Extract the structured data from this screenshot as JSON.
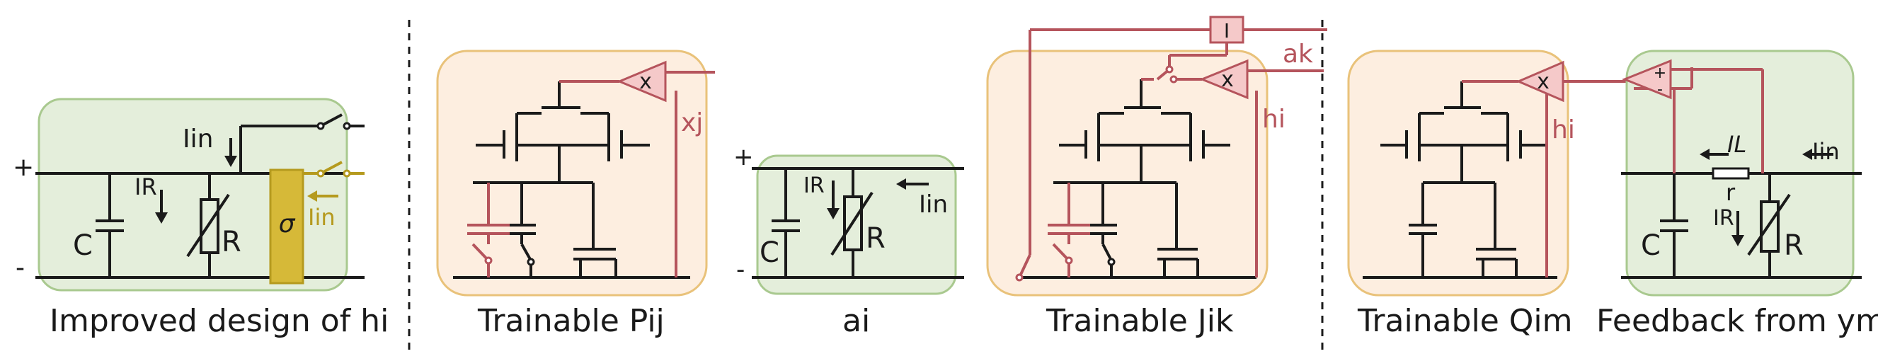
{
  "colors": {
    "wire": "#1a1a1a",
    "red": "#b5545c",
    "yellow": "#b59a1e",
    "green_fill": "#e4eedb",
    "green_stroke": "#a9c98f",
    "peach_fill": "#fdeee0",
    "peach_stroke": "#e9c27a",
    "tri_fill": "#f5c9c9",
    "sigma_fill": "#d6b938"
  },
  "labels": {
    "plus": "+",
    "minus": "-",
    "i_in": "Iin",
    "i_r": "IR",
    "c": "C",
    "r": "R",
    "sigma": "σ",
    "mult": "x",
    "x_j": "xj",
    "h_i": "hi",
    "a_k": "ak",
    "inv": "I",
    "r_small": "r",
    "i_l": "IL"
  },
  "captions": {
    "improved": "Improved design of hi",
    "p_ij": "Trainable Pij",
    "a_i": "ai",
    "j_ik": "Trainable Jik",
    "q_im": "Trainable Qim",
    "feedback": "Feedback from ym"
  }
}
